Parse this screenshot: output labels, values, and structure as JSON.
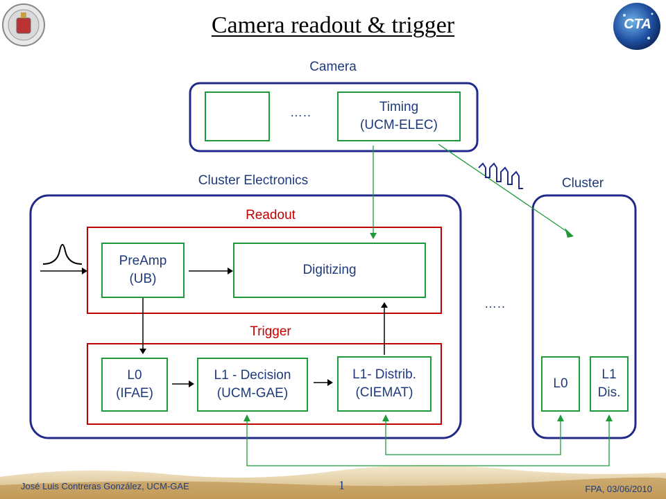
{
  "title": "Camera readout & trigger",
  "logo_right": "CTA",
  "labels": {
    "camera": "Camera",
    "cluster_electronics": "Cluster Electronics",
    "cluster": "Cluster",
    "readout": "Readout",
    "trigger": "Trigger",
    "dots_camera": "…..",
    "dots_cluster": "….."
  },
  "boxes": {
    "timing_1": "Timing",
    "timing_2": "(UCM-ELEC)",
    "preamp_1": "PreAmp",
    "preamp_2": "(UB)",
    "digitizing": "Digitizing",
    "l0_1": "L0",
    "l0_2": "(IFAE)",
    "l1dec_1": "L1 - Decision",
    "l1dec_2": "(UCM-GAE)",
    "l1dist_1": "L1- Distrib.",
    "l1dist_2": "(CIEMAT)",
    "cl_l0": "L0",
    "cl_l1_1": "L1",
    "cl_l1_2": "Dis."
  },
  "footer": {
    "author": "José Luis Contreras González, UCM-GAE",
    "page": "1",
    "date": "FPA, 03/06/2010"
  }
}
